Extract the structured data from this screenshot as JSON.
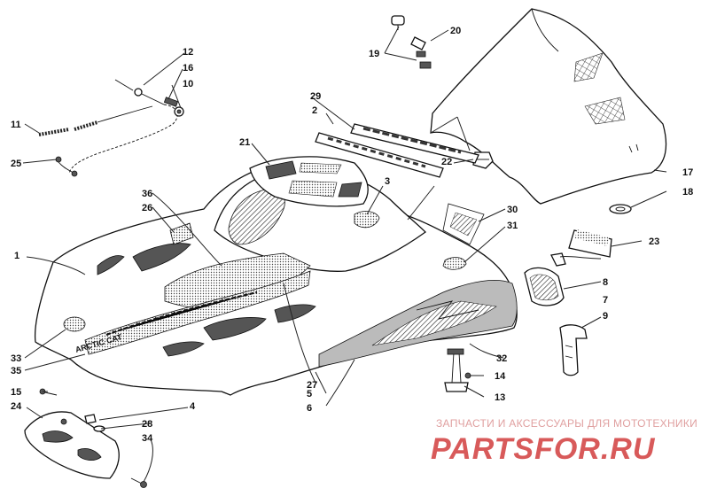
{
  "labels": [
    {
      "id": "1",
      "text": "1"
    },
    {
      "id": "2",
      "text": "2"
    },
    {
      "id": "3",
      "text": "3"
    },
    {
      "id": "4",
      "text": "4"
    },
    {
      "id": "5",
      "text": "5"
    },
    {
      "id": "6",
      "text": "6"
    },
    {
      "id": "7",
      "text": "7"
    },
    {
      "id": "8",
      "text": "8"
    },
    {
      "id": "9",
      "text": "9"
    },
    {
      "id": "10",
      "text": "10"
    },
    {
      "id": "11",
      "text": "11"
    },
    {
      "id": "12",
      "text": "12"
    },
    {
      "id": "13",
      "text": "13"
    },
    {
      "id": "14",
      "text": "14"
    },
    {
      "id": "15",
      "text": "15"
    },
    {
      "id": "16",
      "text": "16"
    },
    {
      "id": "17",
      "text": "17"
    },
    {
      "id": "18",
      "text": "18"
    },
    {
      "id": "19",
      "text": "19"
    },
    {
      "id": "20",
      "text": "20"
    },
    {
      "id": "21",
      "text": "21"
    },
    {
      "id": "22",
      "text": "22"
    },
    {
      "id": "23",
      "text": "23"
    },
    {
      "id": "24",
      "text": "24"
    },
    {
      "id": "25",
      "text": "25"
    },
    {
      "id": "26",
      "text": "26"
    },
    {
      "id": "27",
      "text": "27"
    },
    {
      "id": "28",
      "text": "28"
    },
    {
      "id": "29",
      "text": "29"
    },
    {
      "id": "30",
      "text": "30"
    },
    {
      "id": "31",
      "text": "31"
    },
    {
      "id": "32",
      "text": "32"
    },
    {
      "id": "33",
      "text": "33"
    },
    {
      "id": "34",
      "text": "34"
    },
    {
      "id": "35",
      "text": "35"
    },
    {
      "id": "36",
      "text": "36"
    }
  ],
  "decal_text": "ARCTIC CAT",
  "watermark": {
    "subtitle": "ЗАПЧАСТИ И АКСЕССУАРЫ ДЛЯ МОТОТЕХНИКИ",
    "logo": "PARTSFOR.RU"
  }
}
